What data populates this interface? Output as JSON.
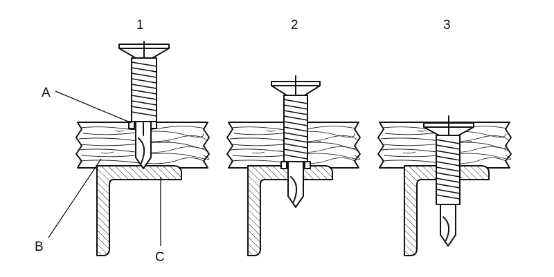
{
  "stages": [
    {
      "number": "1"
    },
    {
      "number": "2"
    },
    {
      "number": "3"
    }
  ],
  "callouts": {
    "a": "A",
    "b": "B",
    "c": "C"
  }
}
